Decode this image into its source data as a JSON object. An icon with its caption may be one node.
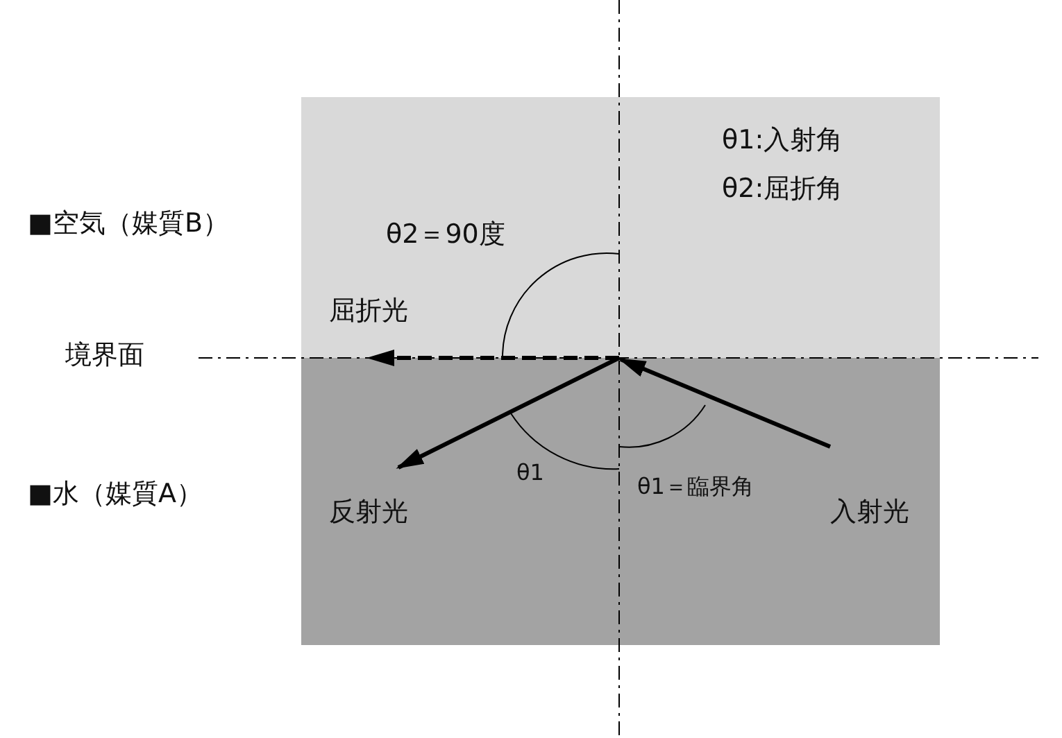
{
  "diagram": {
    "labels": [
      "θ1:入射角",
      "θ2:屈折角",
      "■空気（媒質B）",
      "θ2＝90度",
      "屈折光",
      "境界面",
      "θ1",
      "■水（媒質A）",
      "θ1＝臨界角",
      "反射光",
      "入射光"
    ]
  }
}
